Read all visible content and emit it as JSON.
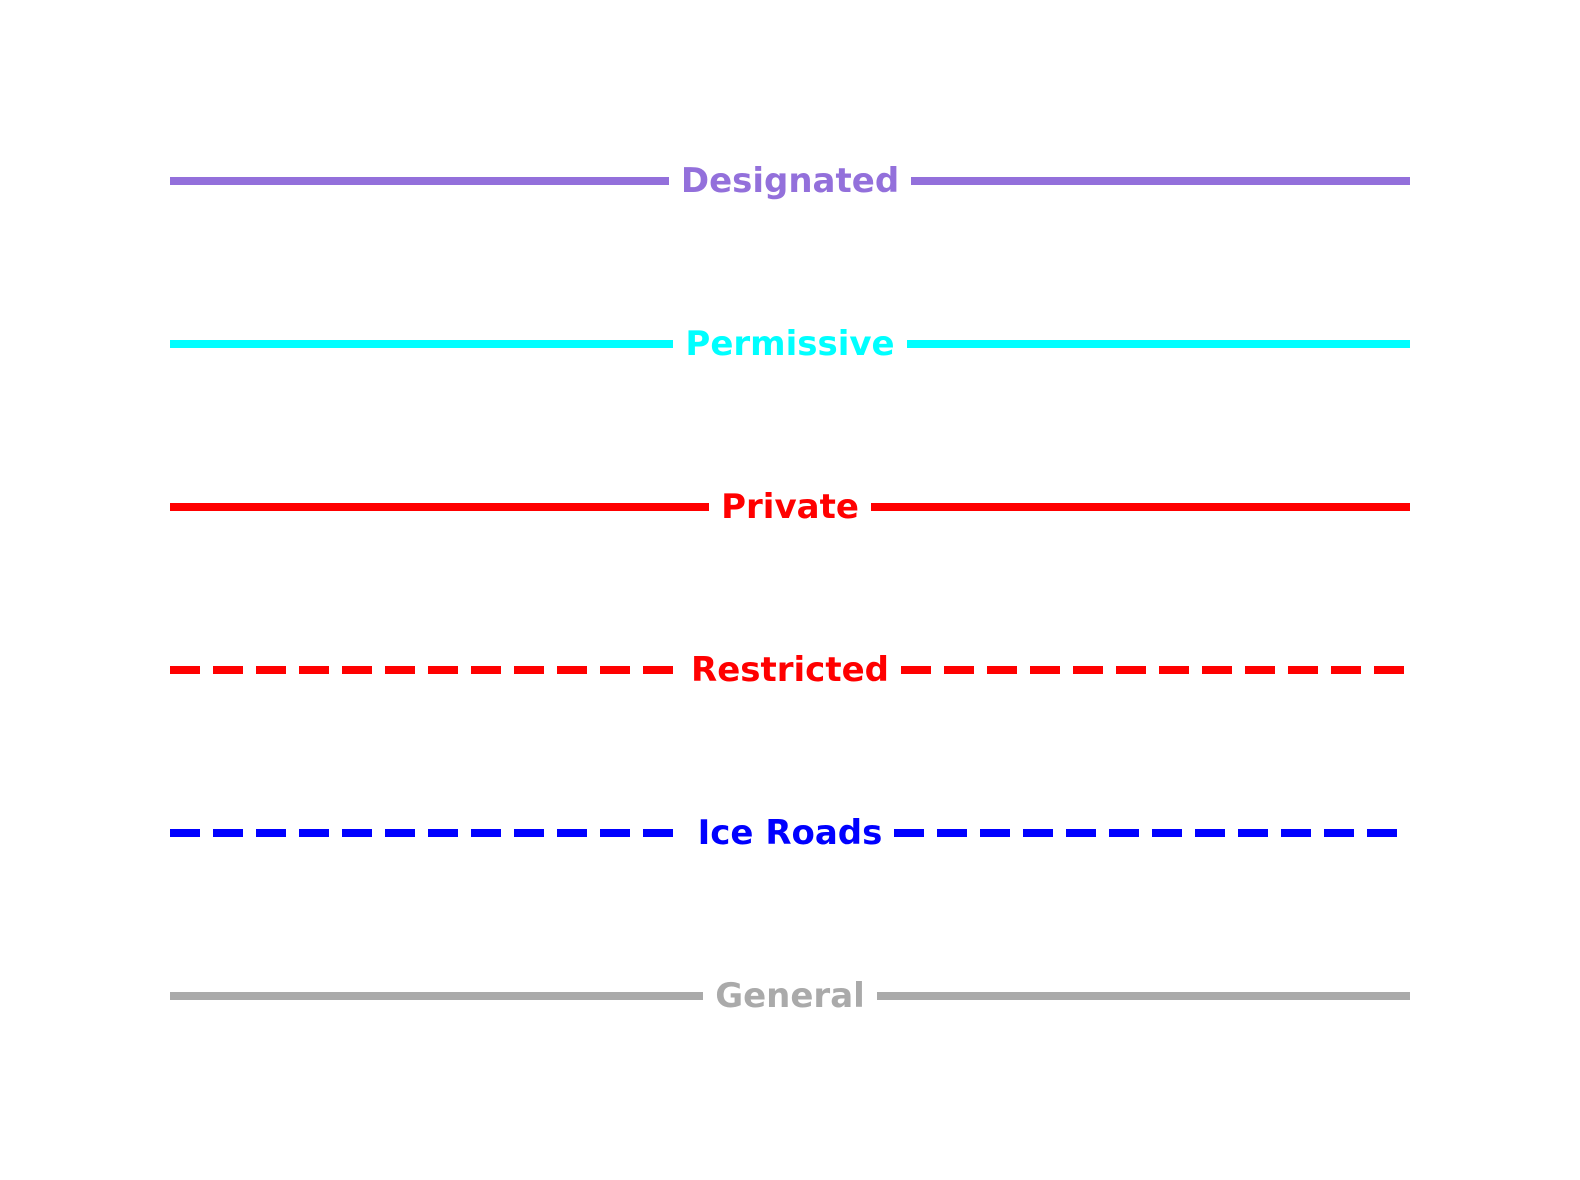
{
  "page": {
    "background_color": "#ffffff"
  },
  "legend": {
    "rows": [
      {
        "label": "Designated",
        "color": "#9370DB",
        "line_style": "solid"
      },
      {
        "label": "Permissive",
        "color": "#00FFFF",
        "line_style": "solid"
      },
      {
        "label": "Private",
        "color": "#FF0000",
        "line_style": "solid"
      },
      {
        "label": "Restricted",
        "color": "#FF0000",
        "line_style": "dashed"
      },
      {
        "label": "Ice Roads",
        "color": "#0000FF",
        "line_style": "dashed"
      },
      {
        "label": "General",
        "color": "#AAAAAA",
        "line_style": "solid"
      }
    ]
  }
}
